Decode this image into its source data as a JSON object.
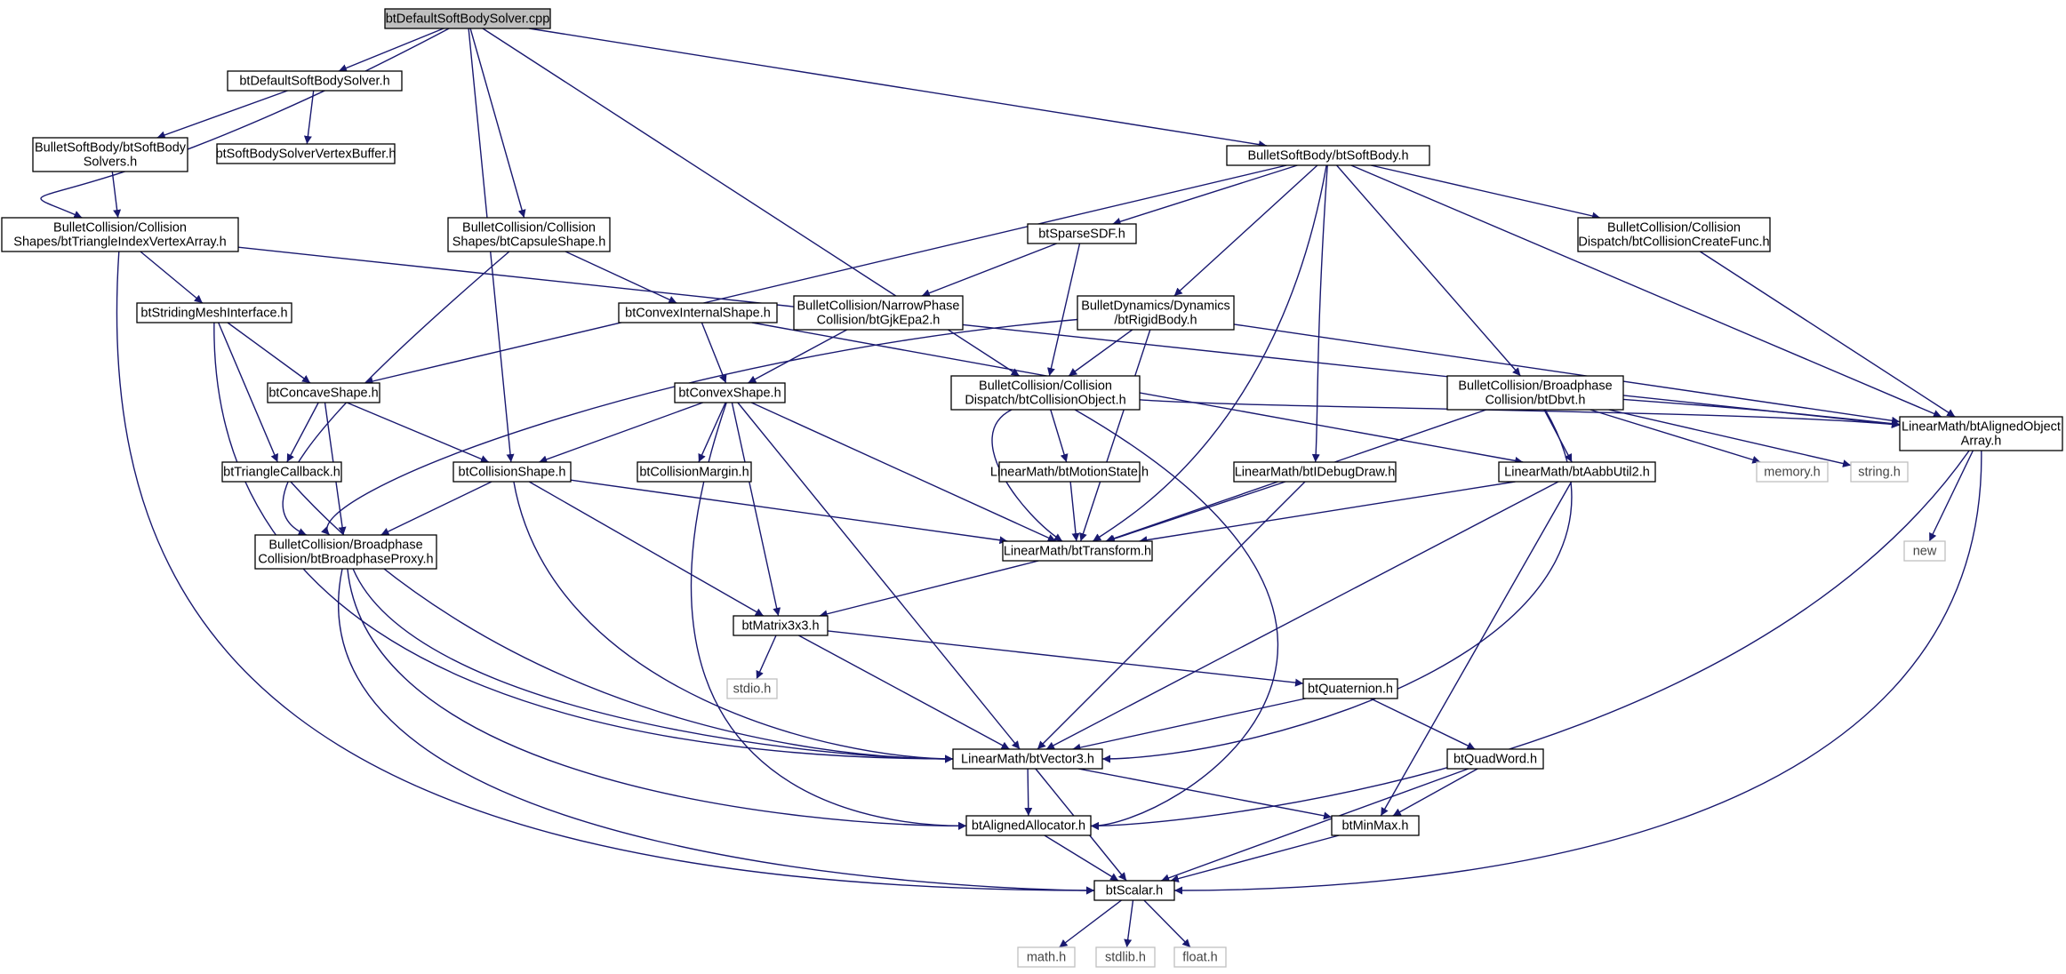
{
  "colors": {
    "edge": "#191970",
    "root_fill": "#bfbfbf",
    "external_border": "#bfbfbf",
    "node_border": "#000000"
  },
  "graph": {
    "nodes": [
      {
        "id": "root",
        "lines": [
          "btDefaultSoftBodySolver.cpp"
        ],
        "kind": "root"
      },
      {
        "id": "dsbs",
        "lines": [
          "btDefaultSoftBodySolver.h"
        ]
      },
      {
        "id": "sbsolvers",
        "lines": [
          "BulletSoftBody/btSoftBody",
          "Solvers.h"
        ]
      },
      {
        "id": "vertbuf",
        "lines": [
          "btSoftBodySolverVertexBuffer.h"
        ]
      },
      {
        "id": "tiva",
        "lines": [
          "BulletCollision/Collision",
          "Shapes/btTriangleIndexVertexArray.h"
        ]
      },
      {
        "id": "capsule",
        "lines": [
          "BulletCollision/Collision",
          "Shapes/btCapsuleShape.h"
        ]
      },
      {
        "id": "softbody",
        "lines": [
          "BulletSoftBody/btSoftBody.h"
        ]
      },
      {
        "id": "sparsesdf",
        "lines": [
          "btSparseSDF.h"
        ]
      },
      {
        "id": "createfunc",
        "lines": [
          "BulletCollision/Collision",
          "Dispatch/btCollisionCreateFunc.h"
        ]
      },
      {
        "id": "smi",
        "lines": [
          "btStridingMeshInterface.h"
        ]
      },
      {
        "id": "convexint",
        "lines": [
          "btConvexInternalShape.h"
        ]
      },
      {
        "id": "gjk",
        "lines": [
          "BulletCollision/NarrowPhase",
          "Collision/btGjkEpa2.h"
        ]
      },
      {
        "id": "rigid",
        "lines": [
          "BulletDynamics/Dynamics",
          "/btRigidBody.h"
        ]
      },
      {
        "id": "concave",
        "lines": [
          "btConcaveShape.h"
        ]
      },
      {
        "id": "convex",
        "lines": [
          "btConvexShape.h"
        ]
      },
      {
        "id": "colobj",
        "lines": [
          "BulletCollision/Collision",
          "Dispatch/btCollisionObject.h"
        ]
      },
      {
        "id": "dbvt",
        "lines": [
          "BulletCollision/Broadphase",
          "Collision/btDbvt.h"
        ]
      },
      {
        "id": "aoa",
        "lines": [
          "LinearMath/btAlignedObject",
          "Array.h"
        ]
      },
      {
        "id": "tricb",
        "lines": [
          "btTriangleCallback.h"
        ]
      },
      {
        "id": "colshape",
        "lines": [
          "btCollisionShape.h"
        ]
      },
      {
        "id": "margin",
        "lines": [
          "btCollisionMargin.h"
        ]
      },
      {
        "id": "motion",
        "lines": [
          "LinearMath/btMotionState.h"
        ]
      },
      {
        "id": "idebug",
        "lines": [
          "LinearMath/btIDebugDraw.h"
        ]
      },
      {
        "id": "aabb",
        "lines": [
          "LinearMath/btAabbUtil2.h"
        ]
      },
      {
        "id": "memory",
        "lines": [
          "memory.h"
        ],
        "kind": "ext"
      },
      {
        "id": "string",
        "lines": [
          "string.h"
        ],
        "kind": "ext"
      },
      {
        "id": "bproxy",
        "lines": [
          "BulletCollision/Broadphase",
          "Collision/btBroadphaseProxy.h"
        ]
      },
      {
        "id": "transform",
        "lines": [
          "LinearMath/btTransform.h"
        ]
      },
      {
        "id": "new",
        "lines": [
          "new"
        ],
        "kind": "ext"
      },
      {
        "id": "matrix",
        "lines": [
          "btMatrix3x3.h"
        ]
      },
      {
        "id": "stdio",
        "lines": [
          "stdio.h"
        ],
        "kind": "ext"
      },
      {
        "id": "quat",
        "lines": [
          "btQuaternion.h"
        ]
      },
      {
        "id": "vector3",
        "lines": [
          "LinearMath/btVector3.h"
        ]
      },
      {
        "id": "quadword",
        "lines": [
          "btQuadWord.h"
        ]
      },
      {
        "id": "alloc",
        "lines": [
          "btAlignedAllocator.h"
        ]
      },
      {
        "id": "minmax",
        "lines": [
          "btMinMax.h"
        ]
      },
      {
        "id": "scalar",
        "lines": [
          "btScalar.h"
        ]
      },
      {
        "id": "math",
        "lines": [
          "math.h"
        ],
        "kind": "ext"
      },
      {
        "id": "stdlib",
        "lines": [
          "stdlib.h"
        ],
        "kind": "ext"
      },
      {
        "id": "float",
        "lines": [
          "float.h"
        ],
        "kind": "ext"
      }
    ],
    "edges": [
      [
        "root",
        "dsbs"
      ],
      [
        "root",
        "tiva"
      ],
      [
        "root",
        "capsule"
      ],
      [
        "root",
        "colshape"
      ],
      [
        "root",
        "colobj"
      ],
      [
        "root",
        "softbody"
      ],
      [
        "dsbs",
        "sbsolvers"
      ],
      [
        "dsbs",
        "vertbuf"
      ],
      [
        "sbsolvers",
        "tiva"
      ],
      [
        "tiva",
        "smi"
      ],
      [
        "tiva",
        "aoa"
      ],
      [
        "tiva",
        "scalar"
      ],
      [
        "capsule",
        "convexint"
      ],
      [
        "capsule",
        "bproxy"
      ],
      [
        "softbody",
        "sparsesdf"
      ],
      [
        "softbody",
        "createfunc"
      ],
      [
        "softbody",
        "rigid"
      ],
      [
        "softbody",
        "concave"
      ],
      [
        "softbody",
        "transform"
      ],
      [
        "softbody",
        "idebug"
      ],
      [
        "softbody",
        "dbvt"
      ],
      [
        "softbody",
        "aoa"
      ],
      [
        "sparsesdf",
        "gjk"
      ],
      [
        "sparsesdf",
        "colobj"
      ],
      [
        "createfunc",
        "aoa"
      ],
      [
        "smi",
        "concave"
      ],
      [
        "smi",
        "tricb"
      ],
      [
        "smi",
        "vector3"
      ],
      [
        "convexint",
        "convex"
      ],
      [
        "convexint",
        "aabb"
      ],
      [
        "gjk",
        "convex"
      ],
      [
        "rigid",
        "colobj"
      ],
      [
        "rigid",
        "bproxy"
      ],
      [
        "rigid",
        "transform"
      ],
      [
        "rigid",
        "aoa"
      ],
      [
        "concave",
        "tricb"
      ],
      [
        "concave",
        "colshape"
      ],
      [
        "concave",
        "bproxy"
      ],
      [
        "convex",
        "colshape"
      ],
      [
        "convex",
        "margin"
      ],
      [
        "convex",
        "transform"
      ],
      [
        "convex",
        "matrix"
      ],
      [
        "convex",
        "vector3"
      ],
      [
        "convex",
        "alloc"
      ],
      [
        "colobj",
        "motion"
      ],
      [
        "colobj",
        "transform"
      ],
      [
        "colobj",
        "aoa"
      ],
      [
        "colobj",
        "alloc"
      ],
      [
        "dbvt",
        "aabb"
      ],
      [
        "dbvt",
        "memory"
      ],
      [
        "dbvt",
        "string"
      ],
      [
        "dbvt",
        "aoa"
      ],
      [
        "dbvt",
        "transform"
      ],
      [
        "dbvt",
        "vector3"
      ],
      [
        "tricb",
        "vector3"
      ],
      [
        "colshape",
        "transform"
      ],
      [
        "colshape",
        "matrix"
      ],
      [
        "colshape",
        "bproxy"
      ],
      [
        "colshape",
        "vector3"
      ],
      [
        "motion",
        "transform"
      ],
      [
        "idebug",
        "transform"
      ],
      [
        "idebug",
        "vector3"
      ],
      [
        "aabb",
        "transform"
      ],
      [
        "aabb",
        "vector3"
      ],
      [
        "aabb",
        "minmax"
      ],
      [
        "aoa",
        "new"
      ],
      [
        "aoa",
        "alloc"
      ],
      [
        "aoa",
        "scalar"
      ],
      [
        "bproxy",
        "vector3"
      ],
      [
        "bproxy",
        "alloc"
      ],
      [
        "bproxy",
        "scalar"
      ],
      [
        "transform",
        "matrix"
      ],
      [
        "matrix",
        "stdio"
      ],
      [
        "matrix",
        "quat"
      ],
      [
        "matrix",
        "vector3"
      ],
      [
        "quat",
        "vector3"
      ],
      [
        "quat",
        "quadword"
      ],
      [
        "vector3",
        "alloc"
      ],
      [
        "vector3",
        "minmax"
      ],
      [
        "vector3",
        "scalar"
      ],
      [
        "quadword",
        "minmax"
      ],
      [
        "quadword",
        "scalar"
      ],
      [
        "alloc",
        "scalar"
      ],
      [
        "minmax",
        "scalar"
      ],
      [
        "scalar",
        "math"
      ],
      [
        "scalar",
        "stdlib"
      ],
      [
        "scalar",
        "float"
      ]
    ]
  }
}
